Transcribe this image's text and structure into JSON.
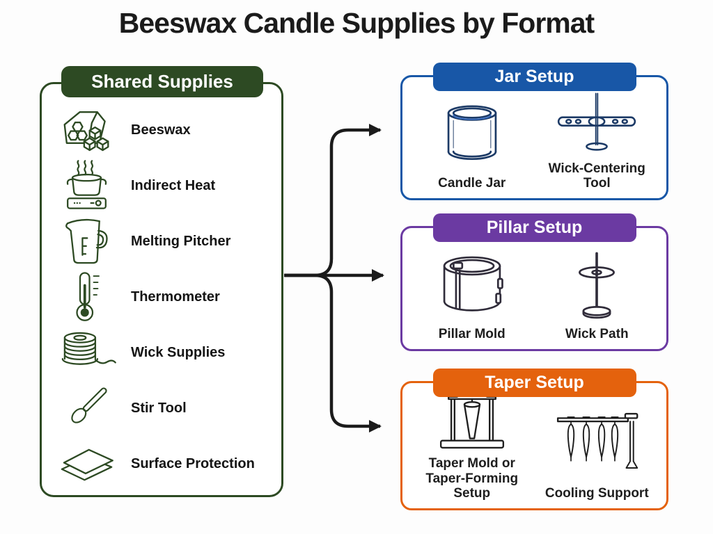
{
  "title": "Beeswax Candle Supplies by Format",
  "colors": {
    "shared_green": "#2d4a23",
    "jar_blue": "#1857a7",
    "pillar_purple": "#6b3aa2",
    "taper_orange": "#e4620d",
    "arrow_black": "#1b1b1b",
    "title_text": "#1b1b1b"
  },
  "shared": {
    "header": "Shared Supplies",
    "items": [
      {
        "label": "Beeswax",
        "icon": "beeswax-icon"
      },
      {
        "label": "Indirect Heat",
        "icon": "indirect-heat-icon"
      },
      {
        "label": "Melting Pitcher",
        "icon": "melting-pitcher-icon"
      },
      {
        "label": "Thermometer",
        "icon": "thermometer-icon"
      },
      {
        "label": "Wick Supplies",
        "icon": "wick-supplies-icon"
      },
      {
        "label": "Stir Tool",
        "icon": "stir-tool-icon"
      },
      {
        "label": "Surface Protection",
        "icon": "surface-protection-icon"
      }
    ]
  },
  "formats": [
    {
      "header": "Jar Setup",
      "items": [
        {
          "label": "Candle Jar",
          "icon": "candle-jar-icon"
        },
        {
          "label": "Wick-Centering Tool",
          "icon": "wick-centering-tool-icon"
        }
      ]
    },
    {
      "header": "Pillar Setup",
      "items": [
        {
          "label": "Pillar Mold",
          "icon": "pillar-mold-icon"
        },
        {
          "label": "Wick Path",
          "icon": "wick-path-icon"
        }
      ]
    },
    {
      "header": "Taper Setup",
      "items": [
        {
          "label": "Taper Mold or Taper-Forming Setup",
          "icon": "taper-mold-icon"
        },
        {
          "label": "Cooling Support",
          "icon": "cooling-support-icon"
        }
      ]
    }
  ]
}
